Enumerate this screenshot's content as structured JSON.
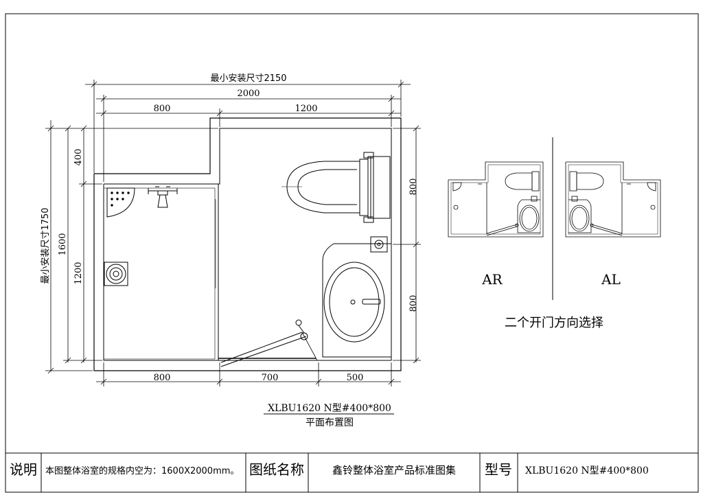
{
  "drawing": {
    "min_install_width_label": "最小安装尺寸2150",
    "min_install_height_label": "最小安装尺寸1750",
    "dims_top": {
      "total": "2000",
      "left": "800",
      "right": "1200"
    },
    "dims_bottom": {
      "left": "800",
      "middle": "700",
      "right": "500"
    },
    "dims_left": {
      "total": "1600",
      "top": "400",
      "bottom": "1200"
    },
    "dims_right": {
      "top": "800",
      "bottom": "800"
    },
    "model_title": "XLBU1620 N型#400*800",
    "plan_title": "平面布置图"
  },
  "variants": {
    "ar_label": "AR",
    "al_label": "AL",
    "caption": "二个开门方向选择"
  },
  "title_block": {
    "desc_label": "说明",
    "desc_text": "本图整体浴室的规格内空为：1600X2000mm。",
    "name_label": "图纸名称",
    "name_text": "鑫铃整体浴室产品标准图集",
    "model_label": "型号",
    "model_text": "XLBU1620 N型#400*800"
  }
}
